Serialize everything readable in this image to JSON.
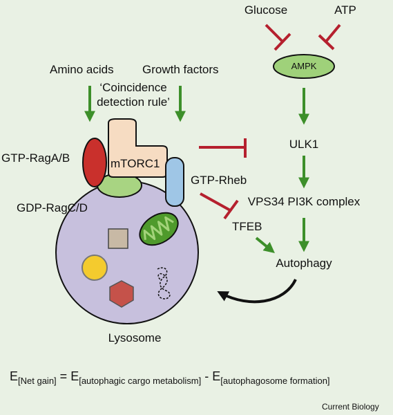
{
  "labels": {
    "glucose": "Glucose",
    "atp": "ATP",
    "ampk": "AMPK",
    "ulk1": "ULK1",
    "vps34": "VPS34 PI3K complex",
    "autophagy": "Autophagy",
    "tfeb": "TFEB",
    "gtp_rheb": "GTP-Rheb",
    "amino_acids": "Amino acids",
    "growth_factors": "Growth factors",
    "coincidence_line1": "‘Coincidence",
    "coincidence_line2": "detection rule’",
    "gtp_raga_b": "GTP-RagA/B",
    "gdp_ragc_d": "GDP-RagC/D",
    "mtorc1": "mTORC1",
    "lysosome": "Lysosome"
  },
  "equation": {
    "e1": "E",
    "sub1": "[Net gain]",
    "equals": " = ",
    "e2": "E",
    "sub2": "[autophagic cargo metabolism]",
    "minus": " - ",
    "e3": "E",
    "sub3": "[autophagosome formation]"
  },
  "credit": "Current Biology",
  "colors": {
    "background": "#e9f1e4",
    "activation_arrow": "#3d8f2a",
    "inhibition": "#b5202e",
    "ampk_fill": "#9fd17a",
    "lysosome_fill": "#c7c0dd",
    "rag_ab_fill": "#c9302c",
    "rag_cd_fill": "#a8d482",
    "mtorc1_fill": "#f6dcc2",
    "rheb_fill": "#9fc6e6",
    "mitochondrion_fill": "#4f9a2c",
    "square_fill": "#c8b9a5",
    "circle_fill": "#f4cb2e",
    "hexagon_fill": "#c5524a"
  }
}
